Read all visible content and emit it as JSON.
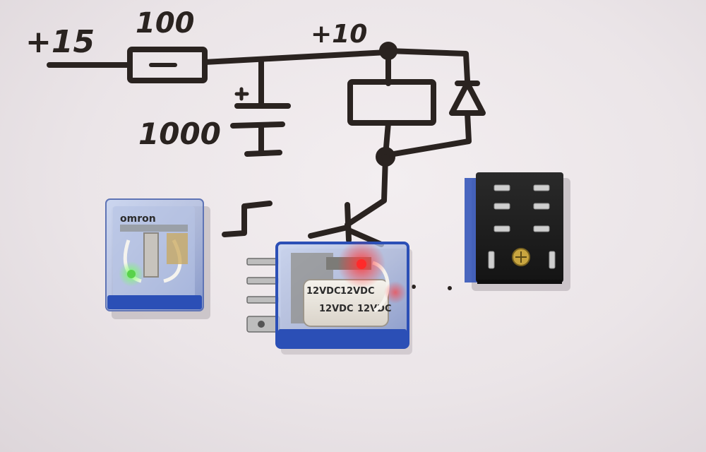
{
  "schematic": {
    "supply_label": "+15",
    "resistor_value": "100",
    "capacitor_value": "1000",
    "node_label": "+10"
  },
  "relay_left": {
    "brand_text": "omron"
  },
  "relay_center": {
    "coil_text_1": "12VDC",
    "coil_text_2": "12VDC",
    "coil_text_3": "12VDC",
    "coil_text_4": "12VDC"
  },
  "colors": {
    "ink": "#2a2320",
    "relay_blue": "#2b4fb6",
    "led_red": "#ff2a2a",
    "led_green": "#59d24a"
  }
}
